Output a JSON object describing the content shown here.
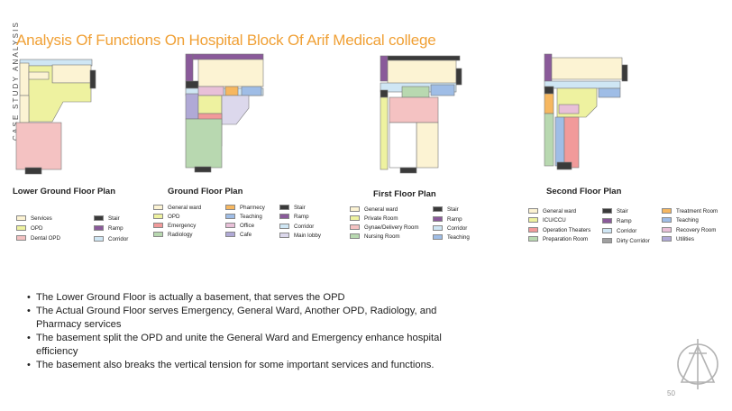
{
  "side_label": "CASE STUDY ANALYSIS",
  "title": "Analysis Of Functions On Hospital Block Of Arif Medical college",
  "plans": [
    {
      "name": "Lower Ground Floor Plan",
      "legend": [
        {
          "label": "Services",
          "color": "#fcf3d3"
        },
        {
          "label": "OPD",
          "color": "#eef2a0"
        },
        {
          "label": "Dental OPD",
          "color": "#f4c2c2"
        },
        {
          "label": "Stair",
          "color": "#3a3a3a"
        },
        {
          "label": "Ramp",
          "color": "#8a5a9a"
        },
        {
          "label": "Corridor",
          "color": "#cfe6f4"
        }
      ]
    },
    {
      "name": "Ground Floor Plan",
      "legend": [
        {
          "label": "General ward",
          "color": "#fcf3d3"
        },
        {
          "label": "OPD",
          "color": "#eef2a0"
        },
        {
          "label": "Emergency",
          "color": "#f19a9a"
        },
        {
          "label": "Radiology",
          "color": "#b8d8b0"
        },
        {
          "label": "Pharmecy",
          "color": "#f6b760"
        },
        {
          "label": "Teaching",
          "color": "#9fbde6"
        },
        {
          "label": "Office",
          "color": "#e8c0d8"
        },
        {
          "label": "Cafe",
          "color": "#b0a9d6"
        },
        {
          "label": "Stair",
          "color": "#3a3a3a"
        },
        {
          "label": "Ramp",
          "color": "#8a5a9a"
        },
        {
          "label": "Corridor",
          "color": "#cfe6f4"
        },
        {
          "label": "Main lobby",
          "color": "#dcd8ec"
        }
      ]
    },
    {
      "name": "First Floor Plan",
      "legend": [
        {
          "label": "General ward",
          "color": "#fcf3d3"
        },
        {
          "label": "Private Room",
          "color": "#eef2a0"
        },
        {
          "label": "Gynae/Delivery Room",
          "color": "#f4c2c2"
        },
        {
          "label": "Nursing Room",
          "color": "#b8d8b0"
        },
        {
          "label": "Stair",
          "color": "#3a3a3a"
        },
        {
          "label": "Ramp",
          "color": "#8a5a9a"
        },
        {
          "label": "Corridor",
          "color": "#cfe6f4"
        },
        {
          "label": "Teaching",
          "color": "#9fbde6"
        }
      ]
    },
    {
      "name": "Second Floor Plan",
      "legend": [
        {
          "label": "General ward",
          "color": "#fcf3d3"
        },
        {
          "label": "ICU/CCU",
          "color": "#eef2a0"
        },
        {
          "label": "Operation Theaters",
          "color": "#f19a9a"
        },
        {
          "label": "Preparation Room",
          "color": "#b8d8b0"
        },
        {
          "label": "Stair",
          "color": "#3a3a3a"
        },
        {
          "label": "Ramp",
          "color": "#8a5a9a"
        },
        {
          "label": "Corridor",
          "color": "#cfe6f4"
        },
        {
          "label": "Dirty Corridor",
          "color": "#a0a0a0"
        },
        {
          "label": "Treatment Room",
          "color": "#f6b760"
        },
        {
          "label": "Teaching",
          "color": "#9fbde6"
        },
        {
          "label": "Recovery Room",
          "color": "#e8c0d8"
        },
        {
          "label": "Utilities",
          "color": "#b0a9d6"
        }
      ]
    }
  ],
  "bullets": [
    "The Lower Ground Floor is actually a basement, that serves the OPD",
    "The Actual Ground Floor serves Emergency, General Ward, Another OPD, Radiology, and Pharmacy services",
    "The basement split the OPD and unite the General Ward and Emergency enhance hospital efficiency",
    "The basement also breaks the vertical tension for some important services and functions."
  ],
  "page_number": "50",
  "colors": {
    "title": "#f0a035",
    "general_ward": "#fcf3d3",
    "opd": "#eef2a0",
    "emergency": "#f19a9a",
    "dental": "#f4c2c2",
    "radiology": "#b8d8b0",
    "stair": "#3a3a3a",
    "ramp": "#8a5a9a",
    "corridor": "#cfe6f4",
    "teaching": "#9fbde6",
    "pharmacy": "#f6b760",
    "cafe": "#b0a9d6",
    "office": "#e8c0d8",
    "lobby": "#dcd8ec",
    "dirty_corridor": "#a0a0a0"
  },
  "icons": [
    "floor-plan-lower-ground",
    "floor-plan-ground",
    "floor-plan-first",
    "floor-plan-second",
    "logo-triangle-circle"
  ]
}
